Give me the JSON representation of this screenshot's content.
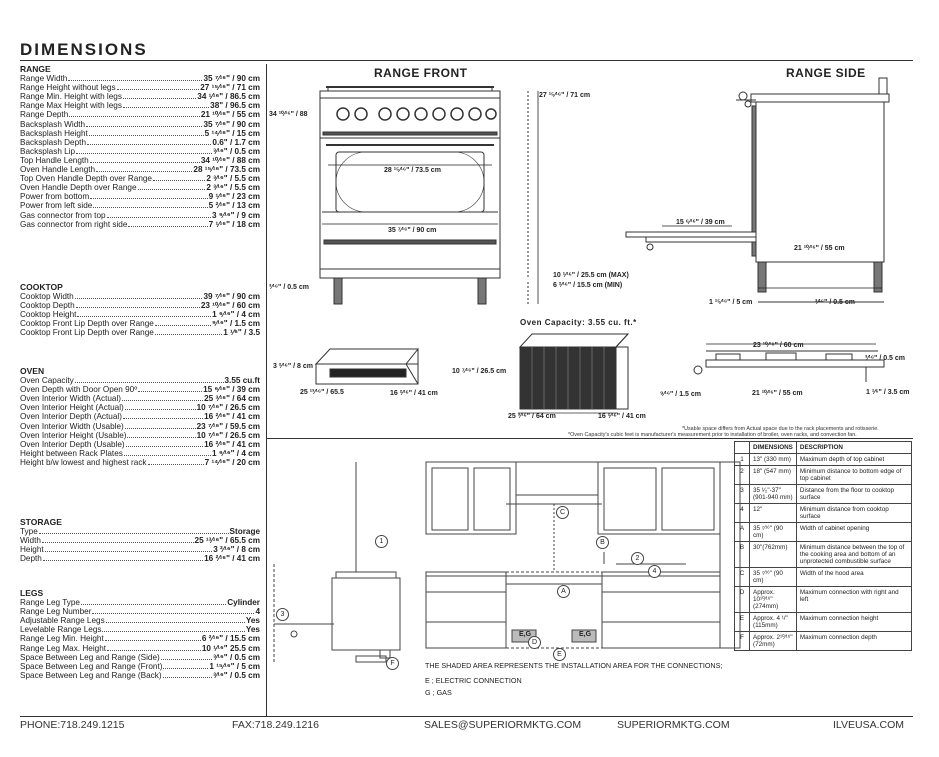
{
  "title": "DIMENSIONS",
  "sections": [
    {
      "heading": "RANGE",
      "rows": [
        {
          "label": "Range Width",
          "value": "35 ⁷⁄¹⁶\" / 90 cm"
        },
        {
          "label": "Range Height without legs",
          "value": "27 ¹⁵⁄¹⁶\" / 71 cm"
        },
        {
          "label": "Range Min. Height with legs",
          "value": "34 ¹⁄¹⁶\" / 86.5 cm"
        },
        {
          "label": "Range Max Height with legs",
          "value": "38\" / 96.5 cm"
        },
        {
          "label": "Range Depth",
          "value": "21 ¹⁰⁄¹⁶\" / 55 cm"
        },
        {
          "label": "Backsplash Width",
          "value": "35 ⁷⁄¹⁶\" / 90 cm"
        },
        {
          "label": "Backsplash Height",
          "value": "5 ¹⁴⁄¹⁶\" / 15 cm"
        },
        {
          "label": "Backsplash Depth",
          "value": "0.6\" / 1.7 cm"
        },
        {
          "label": "Backsplash Lip",
          "value": "³⁄¹⁶\" / 0.5 cm"
        },
        {
          "label": "Top Handle Length",
          "value": "34 ¹⁰⁄¹⁶\" / 88 cm"
        },
        {
          "label": "Oven Handle Length",
          "value": "28 ¹⁵⁄¹⁶\" / 73.5 cm"
        },
        {
          "label": "Top Oven Handle Depth over Range",
          "value": "2 ³⁄¹⁶\" / 5.5 cm"
        },
        {
          "label": "Oven Handle Depth over Range",
          "value": "2 ³⁄¹⁶\" / 5.5 cm"
        },
        {
          "label": "Power from bottom",
          "value": "9 ¹⁄¹⁶\" / 23 cm"
        },
        {
          "label": "Power from left side",
          "value": "5 ²⁄¹⁶\" / 13 cm"
        },
        {
          "label": "Gas connector from top",
          "value": "3 ⁹⁄¹⁶\" / 9 cm"
        },
        {
          "label": "Gas connector from right side",
          "value": "7 ¹⁄¹⁶\" / 18 cm"
        }
      ]
    },
    {
      "heading": "COOKTOP",
      "rows": [
        {
          "label": "Cooktop Width",
          "value": "39 ⁷⁄¹⁶\" / 90 cm"
        },
        {
          "label": "Cooktop Depth",
          "value": "23 ¹⁰⁄¹⁶\" / 60 cm"
        },
        {
          "label": "Cooktop Height",
          "value": "1 ⁶⁄¹⁶\" / 4 cm"
        },
        {
          "label": "Cooktop Front Lip Depth over Range",
          "value": "⁹⁄¹⁶\" / 1.5 cm"
        },
        {
          "label": "Cooktop Front Lip Depth over Range",
          "value": "1 ¹⁄⁶\" / 3.5"
        }
      ]
    },
    {
      "heading": "OVEN",
      "rows": [
        {
          "label": "Oven Capacity",
          "value": "3.55 cu.ft"
        },
        {
          "label": "Oven Depth with Door Open 90º",
          "value": "15 ⁶⁄¹⁶\" / 39 cm"
        },
        {
          "label": "Oven Interior Width (Actual)",
          "value": "25 ³⁄¹⁶\" / 64 cm"
        },
        {
          "label": "Oven Interior Height (Actual)",
          "value": "10 ⁷⁄¹⁶\" / 26.5 cm"
        },
        {
          "label": "Oven Interior Depth (Actual)",
          "value": "16 ²⁄¹⁶\" / 41 cm"
        },
        {
          "label": "Oven Interior Width (Usable)",
          "value": "23 ⁷⁄¹⁶\" / 59.5 cm"
        },
        {
          "label": "Oven Interior Height (Usable)",
          "value": "10 ⁷⁄¹⁶\" / 26.5 cm"
        },
        {
          "label": "Oven Interior Depth (Usable)",
          "value": "16 ²⁄¹⁶\" / 41 cm"
        },
        {
          "label": "Height between Rack Plates",
          "value": "1 ⁹⁄¹⁶\" / 4 cm"
        },
        {
          "label": "Height b/w lowest and highest rack",
          "value": "7 ¹⁴⁄¹⁶\" / 20 cm"
        }
      ]
    },
    {
      "heading": "STORAGE",
      "rows": [
        {
          "label": "Type",
          "value": "Storage"
        },
        {
          "label": "Width",
          "value": "25 ¹³⁄¹⁶\" / 65.5 cm"
        },
        {
          "label": "Height",
          "value": "3 ²⁄¹⁶\" / 8 cm"
        },
        {
          "label": "Depth",
          "value": "16 ²⁄¹⁶\" / 41 cm"
        }
      ]
    },
    {
      "heading": "LEGS",
      "rows": [
        {
          "label": "Range Leg Type",
          "value": "Cylinder"
        },
        {
          "label": "Range Leg Number",
          "value": "4"
        },
        {
          "label": "Adjustable Range Legs",
          "value": "Yes"
        },
        {
          "label": "Levelable Range Legs",
          "value": "Yes"
        },
        {
          "label": "Range Leg Min. Height",
          "value": "6 ²⁄¹⁶\" / 15.5 cm"
        },
        {
          "label": "Range Leg Max. Height",
          "value": "10 ¹⁄¹⁶\" 25.5 cm"
        },
        {
          "label": "Space Between Leg and Range (Side)",
          "value": "³⁄¹⁶\" / 0.5 cm"
        },
        {
          "label": "Space Between Leg and Range (Front)",
          "value": "1 ¹⁵⁄¹⁶\" / 5 cm"
        },
        {
          "label": "Space Between Leg and Range (Back)",
          "value": "³⁄¹⁶\" / 0.5 cm"
        }
      ]
    }
  ],
  "views": {
    "front_title": "RANGE FRONT",
    "side_title": "RANGE SIDE",
    "oven_capacity": "Oven Capacity: 3.55 cu. ft.*"
  },
  "dims": {
    "front_height_left": "34 ¹⁰⁄¹⁶\" / 88",
    "front_height_right": "27 ¹⁵⁄¹⁶\" / 71 cm",
    "front_handle": "28 ¹⁵⁄¹⁶\" / 73.5 cm",
    "front_width": "35 ⁷⁄¹⁶\" / 90 cm",
    "front_leg_gap": "³⁄¹⁶\" / 0.5 cm",
    "front_leg_max": "10 ¹⁄¹⁶\" / 25.5 cm (MAX)",
    "front_leg_min": "6 ²⁄¹⁶\" / 15.5 cm (MIN)",
    "side_door_open": "15 ⁶⁄¹⁶\" / 39 cm",
    "side_depth": "21 ¹⁰⁄¹⁶\" / 55 cm",
    "side_leg_front": "1 ¹⁵⁄¹⁶\" / 5 cm",
    "side_leg_back": "³⁄¹⁶\" / 0.5 cm",
    "drawer_height": "3 ²⁄¹⁶\" / 8 cm",
    "drawer_width": "25 ¹³⁄¹⁶\" / 65.5",
    "drawer_depth": "16 ²⁄¹⁶\" / 41 cm",
    "oven_height": "10 ⁷⁄¹⁶\" / 26.5 cm",
    "oven_width": "25 ³⁄¹⁶\" / 64 cm",
    "oven_depth": "16 ²⁄¹⁶\" / 41 cm",
    "cooktop_depth": "23 ¹⁰⁄¹⁶\" / 60 cm",
    "cooktop_right": "³⁄¹⁶\" / 0.5 cm",
    "cooktop_front": "⁹⁄¹⁶\" / 1.5 cm",
    "cooktop_range_depth": "21 ¹⁰⁄¹⁶\" / 55 cm",
    "cooktop_lip": "1 ¹⁄⁶\" / 3.5 cm"
  },
  "notes": {
    "usable": "*Usable space differs from Actual space due to the rack placements and rotisserie.",
    "capacity": "*Oven Capacity's cubic feet is manufacturer's measurement prior to installation of broiler, oven racks, and convection fan."
  },
  "install": {
    "shaded_note": "THE SHADED AREA REPRESENTS THE INSTALLATION AREA FOR THE CONNECTIONS;",
    "electric": "E ; ELECTRIC CONNECTION",
    "gas": "G ; GAS",
    "markers": [
      "1",
      "2",
      "3",
      "4",
      "A",
      "B",
      "C",
      "D",
      "E",
      "F"
    ],
    "eg_label": "E,G"
  },
  "table": {
    "headers": [
      "DIMENSIONS",
      "DESCRIPTION"
    ],
    "rows": [
      {
        "key": "1",
        "dim": "13\" (330 mm)",
        "desc": "Maximum depth of top cabinet"
      },
      {
        "key": "2",
        "dim": "18\" (547 mm)",
        "desc": "Minimum distance to bottom edge of top cabinet"
      },
      {
        "key": "3",
        "dim": "35 ¹⁄₂\"-37\" (901-940 mm)",
        "desc": "Distance from the floor to cooktop surface"
      },
      {
        "key": "4",
        "dim": "12\"",
        "desc": "Minimum distance from cooktop surface"
      },
      {
        "key": "A",
        "dim": "35 ⁷⁄¹⁶\" (90 cm)",
        "desc": "Width of cabinet opening"
      },
      {
        "key": "B",
        "dim": "30\"(762mm)",
        "desc": "Minimum distance between the top of the cooking area and bottom of an unprotected combustible surface"
      },
      {
        "key": "C",
        "dim": "35 ⁷⁄¹⁶\" (90 cm)",
        "desc": "Width of the hood area"
      },
      {
        "key": "D",
        "dim": "Approx. 10¹⁰⁄¹⁶\" (274mm)",
        "desc": "Maximum connection with right and left"
      },
      {
        "key": "E",
        "dim": "Approx. 4 ¹/\" (115mm)",
        "desc": "Maximum connection height"
      },
      {
        "key": "F",
        "dim": "Approx. 2¹⁰⁄¹⁶\" (72mm)",
        "desc": "Maximum connection depth"
      }
    ]
  },
  "footer": {
    "phone": "PHONE:718.249.1215",
    "fax": "FAX:718.249.1216",
    "email": "SALES@SUPERIORMKTG.COM",
    "site1": "SUPERIORMKTG.COM",
    "site2": "ILVEUSA.COM"
  }
}
